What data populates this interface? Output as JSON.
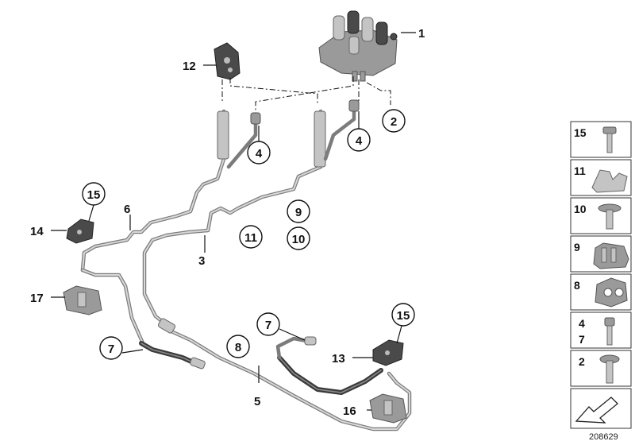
{
  "labels": {
    "l1": "1",
    "l2": "2",
    "l3": "3",
    "l4a": "4",
    "l4b": "4",
    "l5": "5",
    "l6": "6",
    "l7a": "7",
    "l7b": "7",
    "l8": "8",
    "l9": "9",
    "l10": "10",
    "l11": "11",
    "l12": "12",
    "l13": "13",
    "l14": "14",
    "l15a": "15",
    "l15b": "15",
    "l16": "16",
    "l17": "17"
  },
  "legend": {
    "items": [
      {
        "number": "15",
        "icon": "bolt-icon"
      },
      {
        "number": "11",
        "icon": "clip-icon"
      },
      {
        "number": "10",
        "icon": "flange-bolt-icon"
      },
      {
        "number": "9",
        "icon": "pipe-holder-icon"
      },
      {
        "number": "8",
        "icon": "double-clip-icon"
      },
      {
        "number": "4",
        "number2": "7",
        "icon": "socket-screw-icon"
      },
      {
        "number": "2",
        "icon": "hex-bolt-icon"
      }
    ],
    "footer_icon": "arrow-icon"
  },
  "diagram_id": "208629",
  "colors": {
    "pipe": "#7c7c7c",
    "hose": "#3a3a3a",
    "part": "#9a9a9a",
    "line": "#111111"
  }
}
